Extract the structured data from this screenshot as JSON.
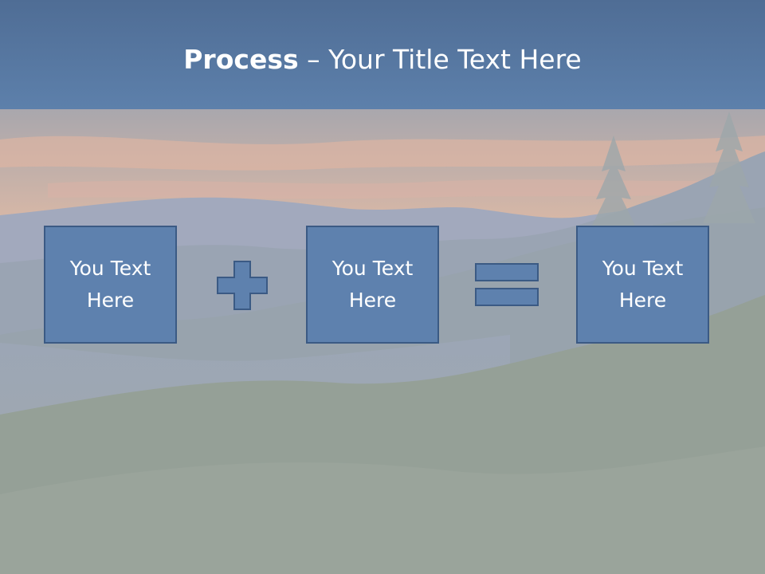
{
  "slide": {
    "title_bold": "Process",
    "title_dash": " – ",
    "title_rest": "Your Title Text Here",
    "boxes": [
      {
        "label": "You Text\nHere"
      },
      {
        "label": "You Text\nHere"
      },
      {
        "label": "You Text\nHere"
      }
    ],
    "operators": [
      "plus-icon",
      "equals-icon"
    ],
    "colors": {
      "title_bar": "#5d80ab",
      "box_fill": "#5e81ae",
      "box_border": "#3b5a84",
      "text": "#ffffff"
    }
  }
}
